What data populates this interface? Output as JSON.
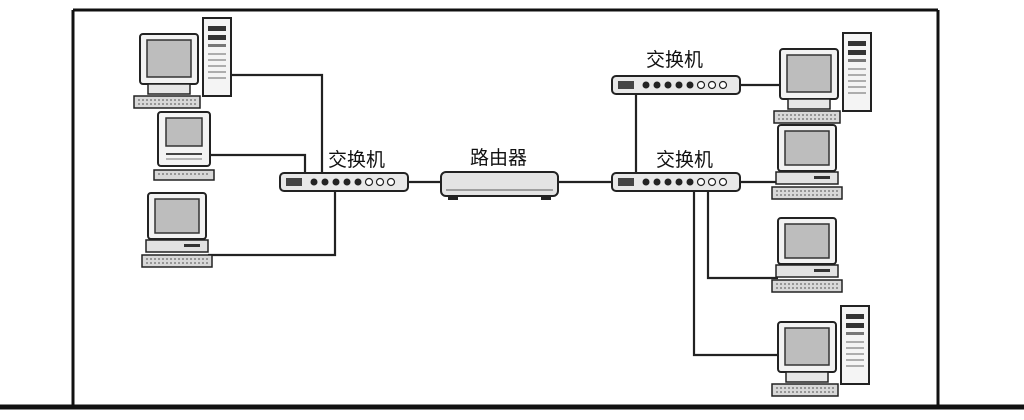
{
  "labels": {
    "switch_left": "交换机",
    "router": "路由器",
    "switch_right_top": "交换机",
    "switch_right_bottom": "交换机"
  }
}
